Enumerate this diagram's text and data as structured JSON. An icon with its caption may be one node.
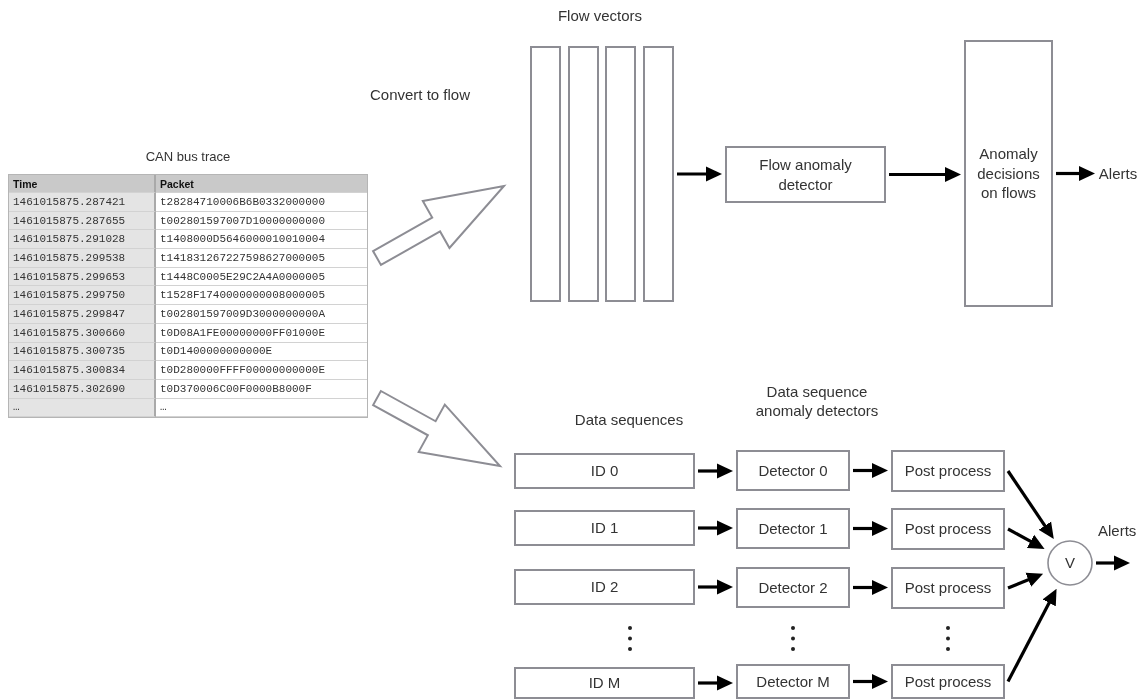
{
  "diagram": {
    "nodes": [
      {
        "text": [
          "CAN bus trace"
        ]
      },
      {
        "text": [],
        "shape": "bar"
      },
      {
        "text": [],
        "shape": "bar"
      },
      {
        "text": [],
        "shape": "bar"
      },
      {
        "text": [],
        "shape": "bar"
      },
      {
        "text": [
          "Flow anomaly detector"
        ]
      },
      {
        "text": [
          "Anomaly decisions on flows"
        ]
      },
      {
        "text": [
          "Alerts"
        ]
      },
      {
        "text": [
          "ID 0"
        ]
      },
      {
        "text": [
          "Detector 0"
        ]
      },
      {
        "text": [
          "Post process"
        ]
      },
      {
        "text": [
          "ID 1"
        ]
      },
      {
        "text": [
          "Detector 1"
        ]
      },
      {
        "text": [
          "Post process"
        ]
      },
      {
        "text": [
          "ID 2"
        ]
      },
      {
        "text": [
          "Detector 2"
        ]
      },
      {
        "text": [
          "Post process"
        ]
      },
      {
        "text": [
          "ID M"
        ]
      },
      {
        "text": [
          "Detector M"
        ]
      },
      {
        "text": [
          "Post process"
        ]
      },
      {
        "text": [
          "V"
        ]
      }
    ],
    "edges": [
      {
        "from": 0,
        "to": 1,
        "arrow": "to",
        "style": "thick"
      },
      {
        "from": 4,
        "to": 5,
        "arrow": "to"
      },
      {
        "from": 5,
        "to": 6,
        "arrow": "to"
      },
      {
        "from": 6,
        "to": 7,
        "arrow": "to"
      },
      {
        "from": 0,
        "to": 8,
        "arrow": "to",
        "style": "thick"
      },
      {
        "from": 8,
        "to": 9,
        "arrow": "to"
      },
      {
        "from": 9,
        "to": 10,
        "arrow": "to"
      },
      {
        "from": 11,
        "to": 12,
        "arrow": "to"
      },
      {
        "from": 12,
        "to": 13,
        "arrow": "to"
      },
      {
        "from": 14,
        "to": 15,
        "arrow": "to"
      },
      {
        "from": 15,
        "to": 16,
        "arrow": "to"
      },
      {
        "from": 17,
        "to": 18,
        "arrow": "to"
      },
      {
        "from": 18,
        "to": 19,
        "arrow": "to"
      },
      {
        "from": 10,
        "to": 20,
        "arrow": "to"
      },
      {
        "from": 13,
        "to": 20,
        "arrow": "to"
      },
      {
        "from": 16,
        "to": 20,
        "arrow": "to"
      },
      {
        "from": 19,
        "to": 20,
        "arrow": "to"
      },
      {
        "from": 20,
        "to": null,
        "arrow": "to",
        "label": "Alerts"
      }
    ],
    "labels": [
      "Flow vectors",
      "Convert to flow",
      "Time",
      "Packet",
      "1461015875.287421",
      "t28284710006B6B0332000000",
      "1461015875.287655",
      "t002801597007D10000000000",
      "1461015875.291028",
      "t1408000D5646000010010004",
      "1461015875.299538",
      "t141831267227598627000005",
      "1461015875.299653",
      "t1448C0005E29C2A4A0000005",
      "1461015875.299750",
      "t1528F1740000000008000005",
      "1461015875.299847",
      "t002801597009D3000000000A",
      "1461015875.300660",
      "t0D08A1FE00000000FF01000E",
      "1461015875.300735",
      "t0D1400000000000E",
      "1461015875.300834",
      "t0D280000FFFF00000000000E",
      "1461015875.302690",
      "t0D370006C00F0000B8000F",
      "…",
      "…",
      "Data sequence anomaly detectors",
      "Data sequences"
    ]
  }
}
